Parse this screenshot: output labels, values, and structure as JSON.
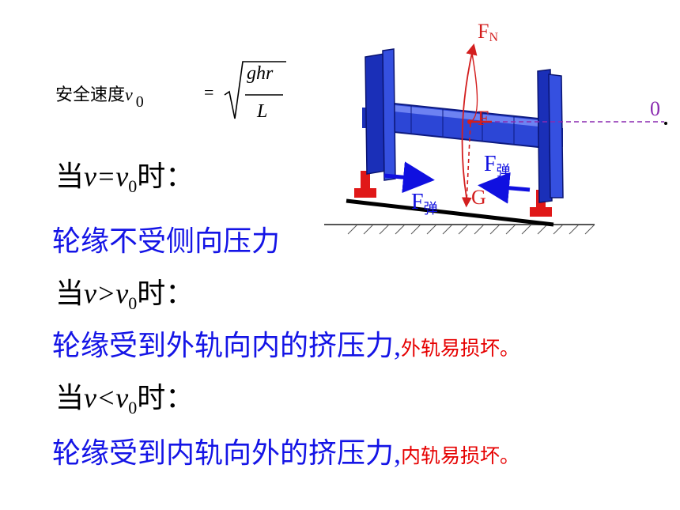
{
  "formula": {
    "label": "安全速度",
    "variable": "v",
    "subscript": "0",
    "equals": "=",
    "numerator": "ghr",
    "denominator": "L"
  },
  "diagram": {
    "force_normal": "F",
    "force_normal_sub": "N",
    "force_net": "F",
    "center_label": "0",
    "force_elastic_right": "F",
    "force_elastic_right_sub": "弹",
    "force_elastic_left": "F",
    "force_elastic_left_sub": "弹",
    "gravity": "G",
    "colors": {
      "wheel": "#1a2fb8",
      "force_vector": "#d31f1f",
      "dashed": "#8a2ab0",
      "arrow": "#1010e0"
    }
  },
  "cases": [
    {
      "heading_prefix": "当",
      "heading_cond": "v=v",
      "heading_sub": "0",
      "heading_suffix": "时：",
      "result": "轮缘不受侧向压力",
      "note": ""
    },
    {
      "heading_prefix": "当",
      "heading_cond": "v>v",
      "heading_sub": "0",
      "heading_suffix": "时：",
      "result": "轮缘受到外轨向内的挤压力,",
      "note": "外轨易损坏。"
    },
    {
      "heading_prefix": "当",
      "heading_cond": "v<v",
      "heading_sub": "0",
      "heading_suffix": "时：",
      "result": "轮缘受到内轨向外的挤压力,",
      "note": "内轨易损坏。"
    }
  ]
}
